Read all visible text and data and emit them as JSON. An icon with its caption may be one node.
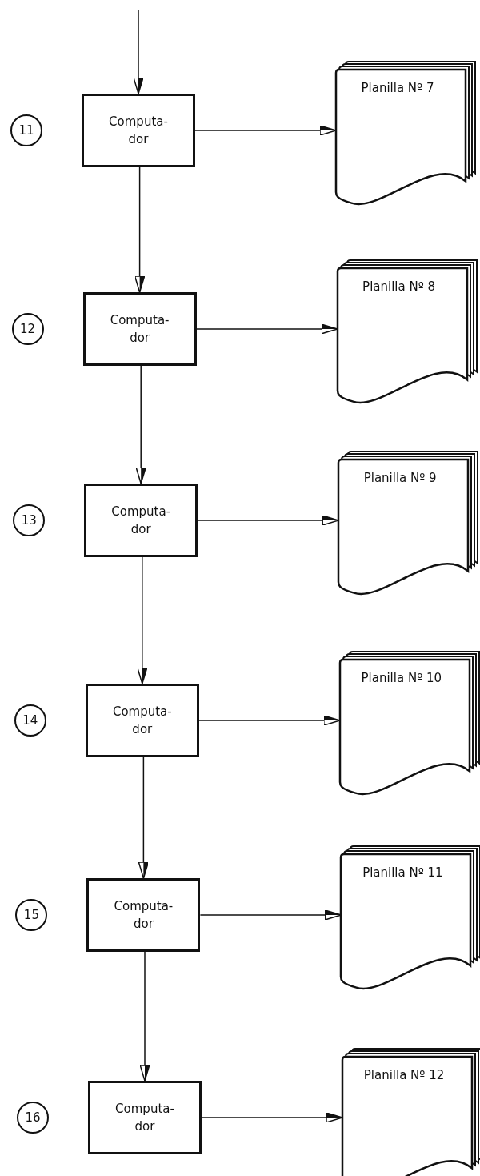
{
  "diagram": {
    "nodes": [
      {
        "text": [
          "11"
        ]
      },
      {
        "text": [
          "Computa- dor"
        ]
      },
      {
        "text": [
          "Planilla Nº 7"
        ]
      },
      {
        "text": [
          "12"
        ]
      },
      {
        "text": [
          "Computa- dor"
        ]
      },
      {
        "text": [
          "Planilla Nº 8"
        ]
      },
      {
        "text": [
          "13"
        ]
      },
      {
        "text": [
          "Computa- dor"
        ]
      },
      {
        "text": [
          "Planilla Nº 9"
        ]
      },
      {
        "text": [
          "14"
        ]
      },
      {
        "text": [
          "Computa- dor"
        ]
      },
      {
        "text": [
          "Planilla Nº 10"
        ]
      },
      {
        "text": [
          "15"
        ]
      },
      {
        "text": [
          "Computa- dor"
        ]
      },
      {
        "text": [
          "Planilla Nº 11"
        ]
      },
      {
        "text": [
          "16"
        ]
      },
      {
        "text": [
          "Computa- dor"
        ]
      },
      {
        "text": [
          "Planilla Nº 12"
        ]
      }
    ],
    "edges": [
      {
        "from": null,
        "to": 1,
        "arrow": "to"
      },
      {
        "from": 1,
        "to": 2,
        "arrow": "to"
      },
      {
        "from": 1,
        "to": 4,
        "arrow": "to"
      },
      {
        "from": 4,
        "to": 5,
        "arrow": "to"
      },
      {
        "from": 4,
        "to": 7,
        "arrow": "to"
      },
      {
        "from": 7,
        "to": 8,
        "arrow": "to"
      },
      {
        "from": 7,
        "to": 10,
        "arrow": "to"
      },
      {
        "from": 10,
        "to": 11,
        "arrow": "to"
      },
      {
        "from": 10,
        "to": 13,
        "arrow": "to"
      },
      {
        "from": 13,
        "to": 14,
        "arrow": "to"
      },
      {
        "from": 13,
        "to": 16,
        "arrow": "to"
      },
      {
        "from": 16,
        "to": 17,
        "arrow": "to"
      }
    ]
  }
}
